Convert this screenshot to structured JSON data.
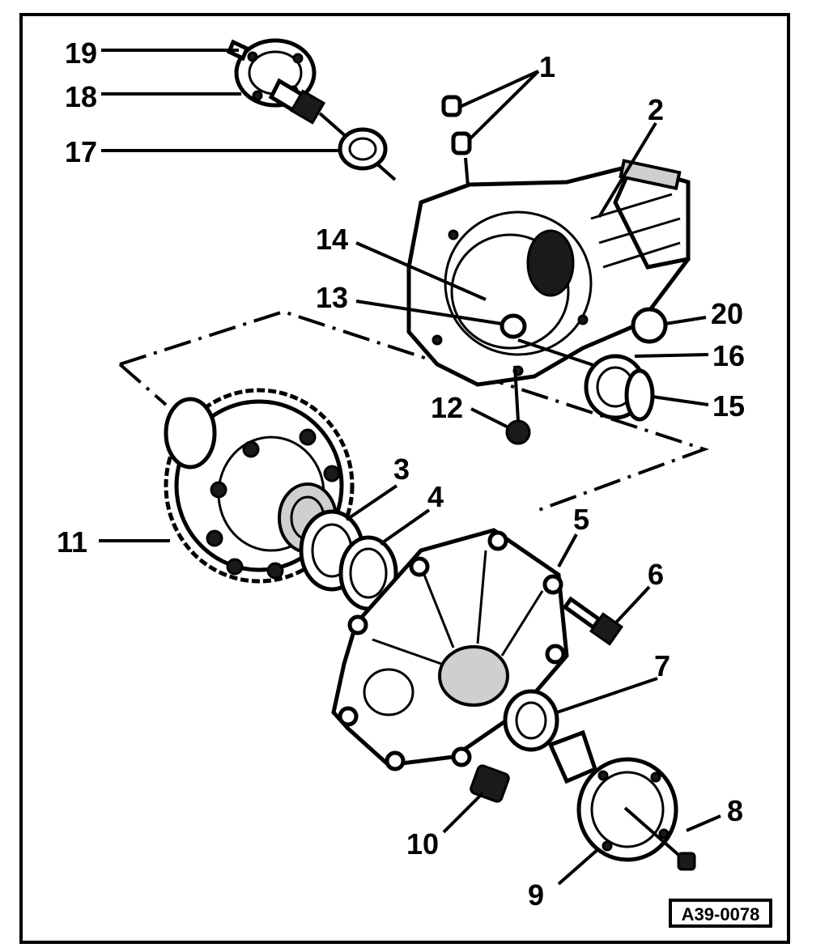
{
  "figure": {
    "reference_code": "A39-0078",
    "callouts": {
      "c1": "1",
      "c2": "2",
      "c3": "3",
      "c4": "4",
      "c5": "5",
      "c6": "6",
      "c7": "7",
      "c8": "8",
      "c9": "9",
      "c10": "10",
      "c11": "11",
      "c12": "12",
      "c13": "13",
      "c14": "14",
      "c15": "15",
      "c16": "16",
      "c17": "17",
      "c18": "18",
      "c19": "19",
      "c20": "20"
    }
  }
}
